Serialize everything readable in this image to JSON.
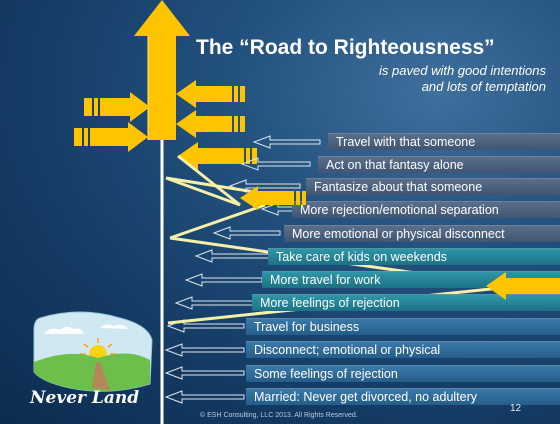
{
  "slide": {
    "title": "The “Road to Righteousness”",
    "subtitle_line1": "is paved with good intentions",
    "subtitle_line2": "and lots of temptation",
    "footer": "© ESH Consulting, LLC 2013. All Rights Reserved.",
    "page_number": "12"
  },
  "logo": {
    "name": "Never Land"
  },
  "steps": [
    "Travel with that someone",
    "Act on that fantasy alone",
    "Fantasize about that someone",
    "More rejection/emotional separation",
    "More emotional or physical disconnect",
    "Take care of kids on weekends",
    "More travel for work",
    "More feelings of rejection",
    "Travel for business",
    "Disconnect; emotional or physical",
    "Some feelings of rejection",
    "Married: Never get divorced, no adultery"
  ],
  "colors": {
    "arrow_yellow": "#ffc400",
    "road_white": "#ffffff",
    "line_cream": "#f5f0a8",
    "bar_slate": "#4d6280",
    "bar_teal": "#258496",
    "bar_blue": "#2f6b99"
  }
}
